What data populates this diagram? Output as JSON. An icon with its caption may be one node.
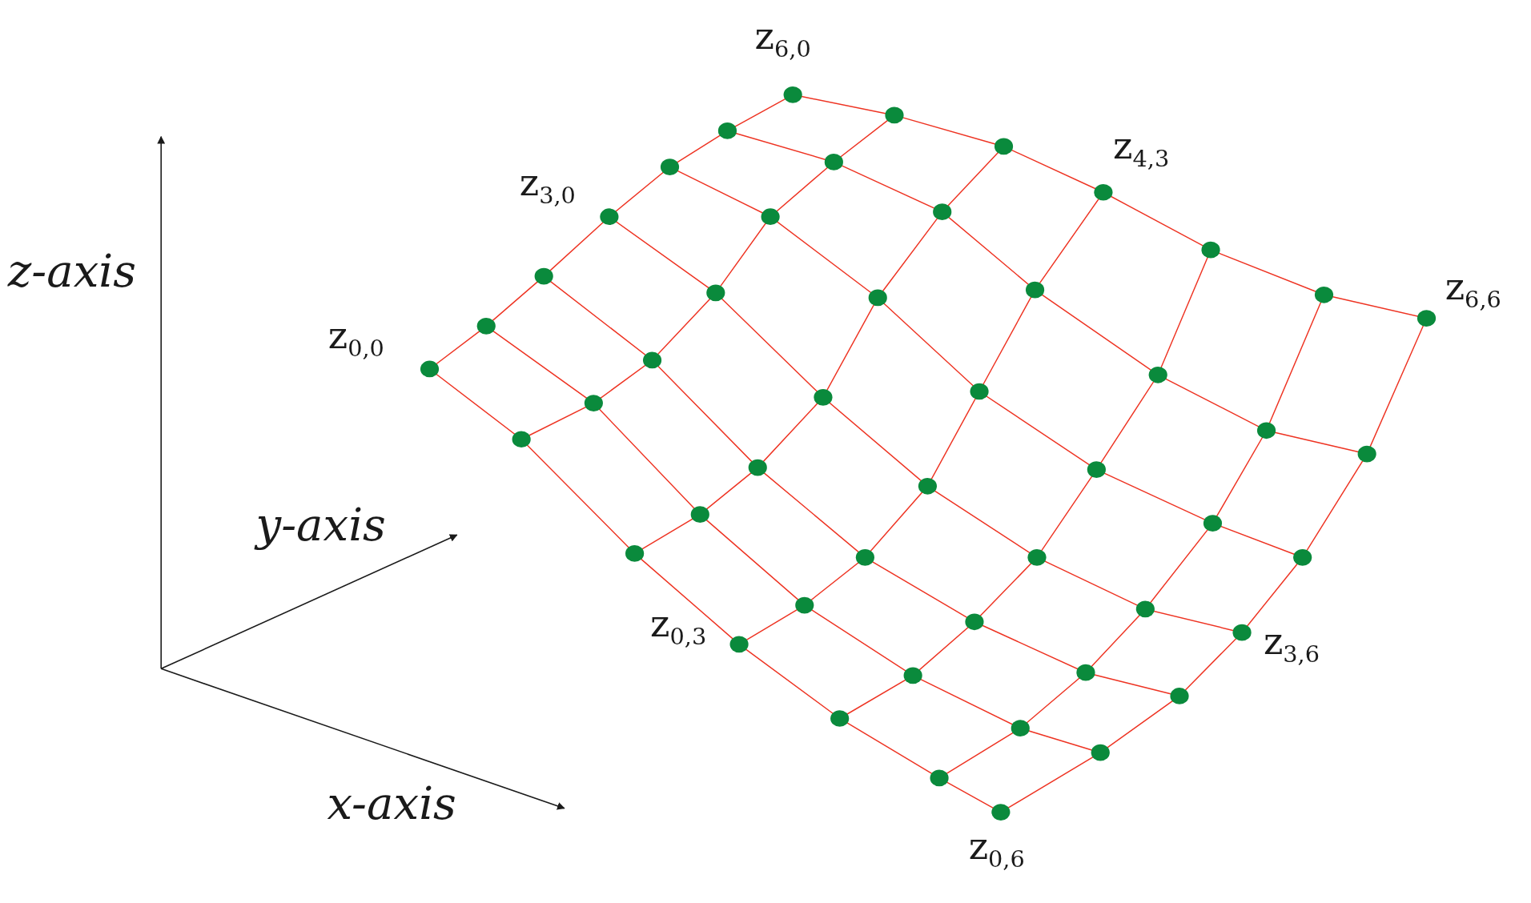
{
  "diagram": {
    "labels": [
      "z$_{6,0}$",
      "z$_{4,3}$",
      "z$_{3,0}$",
      "z-axis",
      "z$_{6,6}$",
      "z$_{0,0}$",
      "y-axis",
      "z$_{0,3}$",
      "z$_{3,6}$",
      "x-axis",
      "z$_{0,6}$"
    ]
  }
}
